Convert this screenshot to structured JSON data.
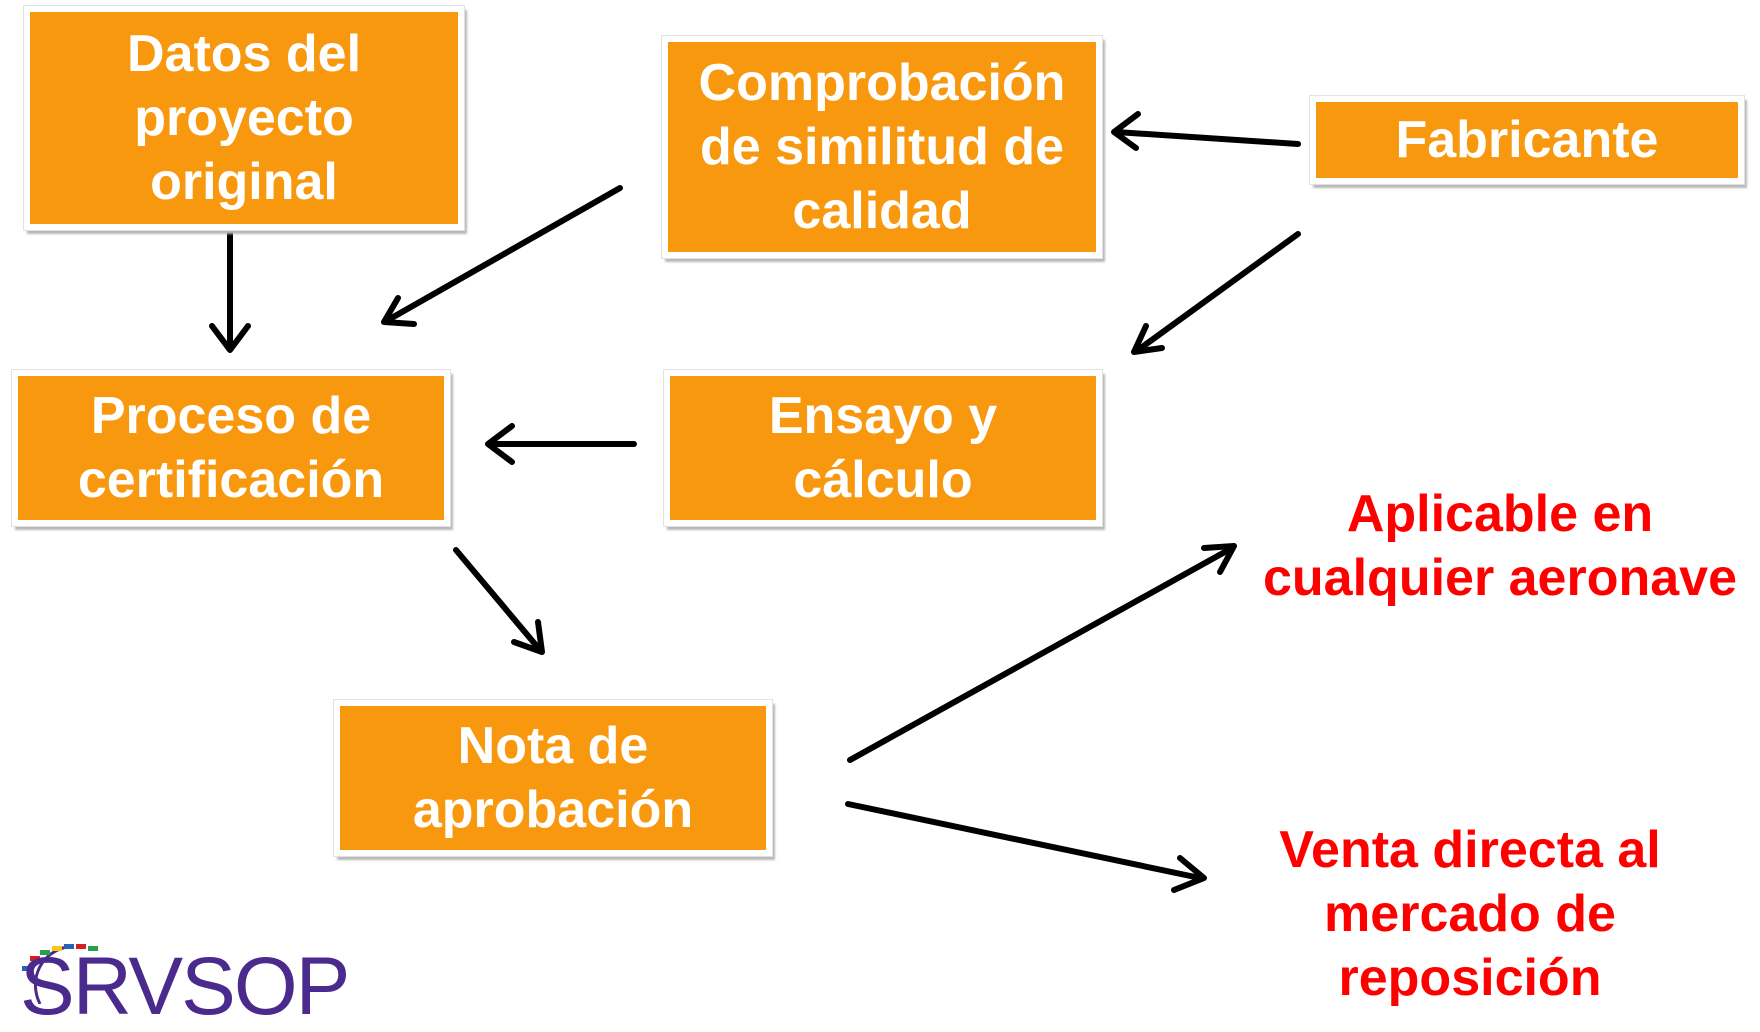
{
  "diagram": {
    "nodes": {
      "datos": "Datos del\nproyecto\noriginal",
      "comprobacion": "Comprobación\nde similitud de\ncalidad",
      "fabricante": "Fabricante",
      "proceso": "Proceso de\ncertificación",
      "ensayo": "Ensayo y\ncálculo",
      "nota": "Nota de\naprobación"
    },
    "outcomes": {
      "aplicable": "Aplicable en\ncualquier aeronave",
      "venta": "Venta directa al\nmercado de\nreposición"
    },
    "edges": [
      {
        "from": "datos",
        "to": "proceso"
      },
      {
        "from": "comprobacion",
        "to": "proceso"
      },
      {
        "from": "fabricante",
        "to": "comprobacion"
      },
      {
        "from": "fabricante",
        "to": "ensayo"
      },
      {
        "from": "ensayo",
        "to": "proceso"
      },
      {
        "from": "proceso",
        "to": "nota"
      },
      {
        "from": "nota",
        "to": "aplicable"
      },
      {
        "from": "nota",
        "to": "venta"
      }
    ]
  },
  "logo": {
    "text": "SRVSOP",
    "colors": {
      "letters": "#4a2a8c",
      "accent": "#f7980f"
    }
  },
  "colors": {
    "box_fill": "#f7980f",
    "box_text": "#ffffff",
    "outcome_text": "#ff0000",
    "arrow": "#000000"
  }
}
